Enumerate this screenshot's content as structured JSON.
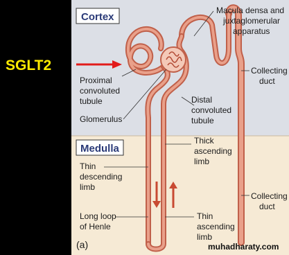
{
  "side_label": "SGLT2",
  "regions": {
    "cortex": "Cortex",
    "medulla": "Medulla"
  },
  "labels": {
    "macula_densa_line1": "Macula densa and",
    "macula_densa_line2": "juxtaglomerular",
    "macula_densa_line3": "apparatus",
    "collecting_duct_top_line1": "Collecting",
    "collecting_duct_top_line2": "duct",
    "proximal_line1": "Proximal",
    "proximal_line2": "convoluted",
    "proximal_line3": "tubule",
    "distal_line1": "Distal",
    "distal_line2": "convoluted",
    "distal_line3": "tubule",
    "glomerulus": "Glomerulus",
    "thick_ascending_line1": "Thick",
    "thick_ascending_line2": "ascending",
    "thick_ascending_line3": "limb",
    "thin_descending_line1": "Thin",
    "thin_descending_line2": "descending",
    "thin_descending_line3": "limb",
    "collecting_duct_bottom_line1": "Collecting",
    "collecting_duct_bottom_line2": "duct",
    "loop_henle_line1": "Long loop",
    "loop_henle_line2": "of Henle",
    "thin_ascending_line1": "Thin",
    "thin_ascending_line2": "ascending",
    "thin_ascending_line3": "limb",
    "panel_letter": "(a)"
  },
  "watermark": "muhadharaty.com",
  "colors": {
    "cortex_bg": "#dcdfe6",
    "medulla_bg": "#f6ead5",
    "tubule": "#e9a08a",
    "tubule_outline": "#c0604a",
    "arrow_red": "#e21b1b",
    "side_label": "#ffeb00",
    "flow_arrow": "#c84a32"
  }
}
